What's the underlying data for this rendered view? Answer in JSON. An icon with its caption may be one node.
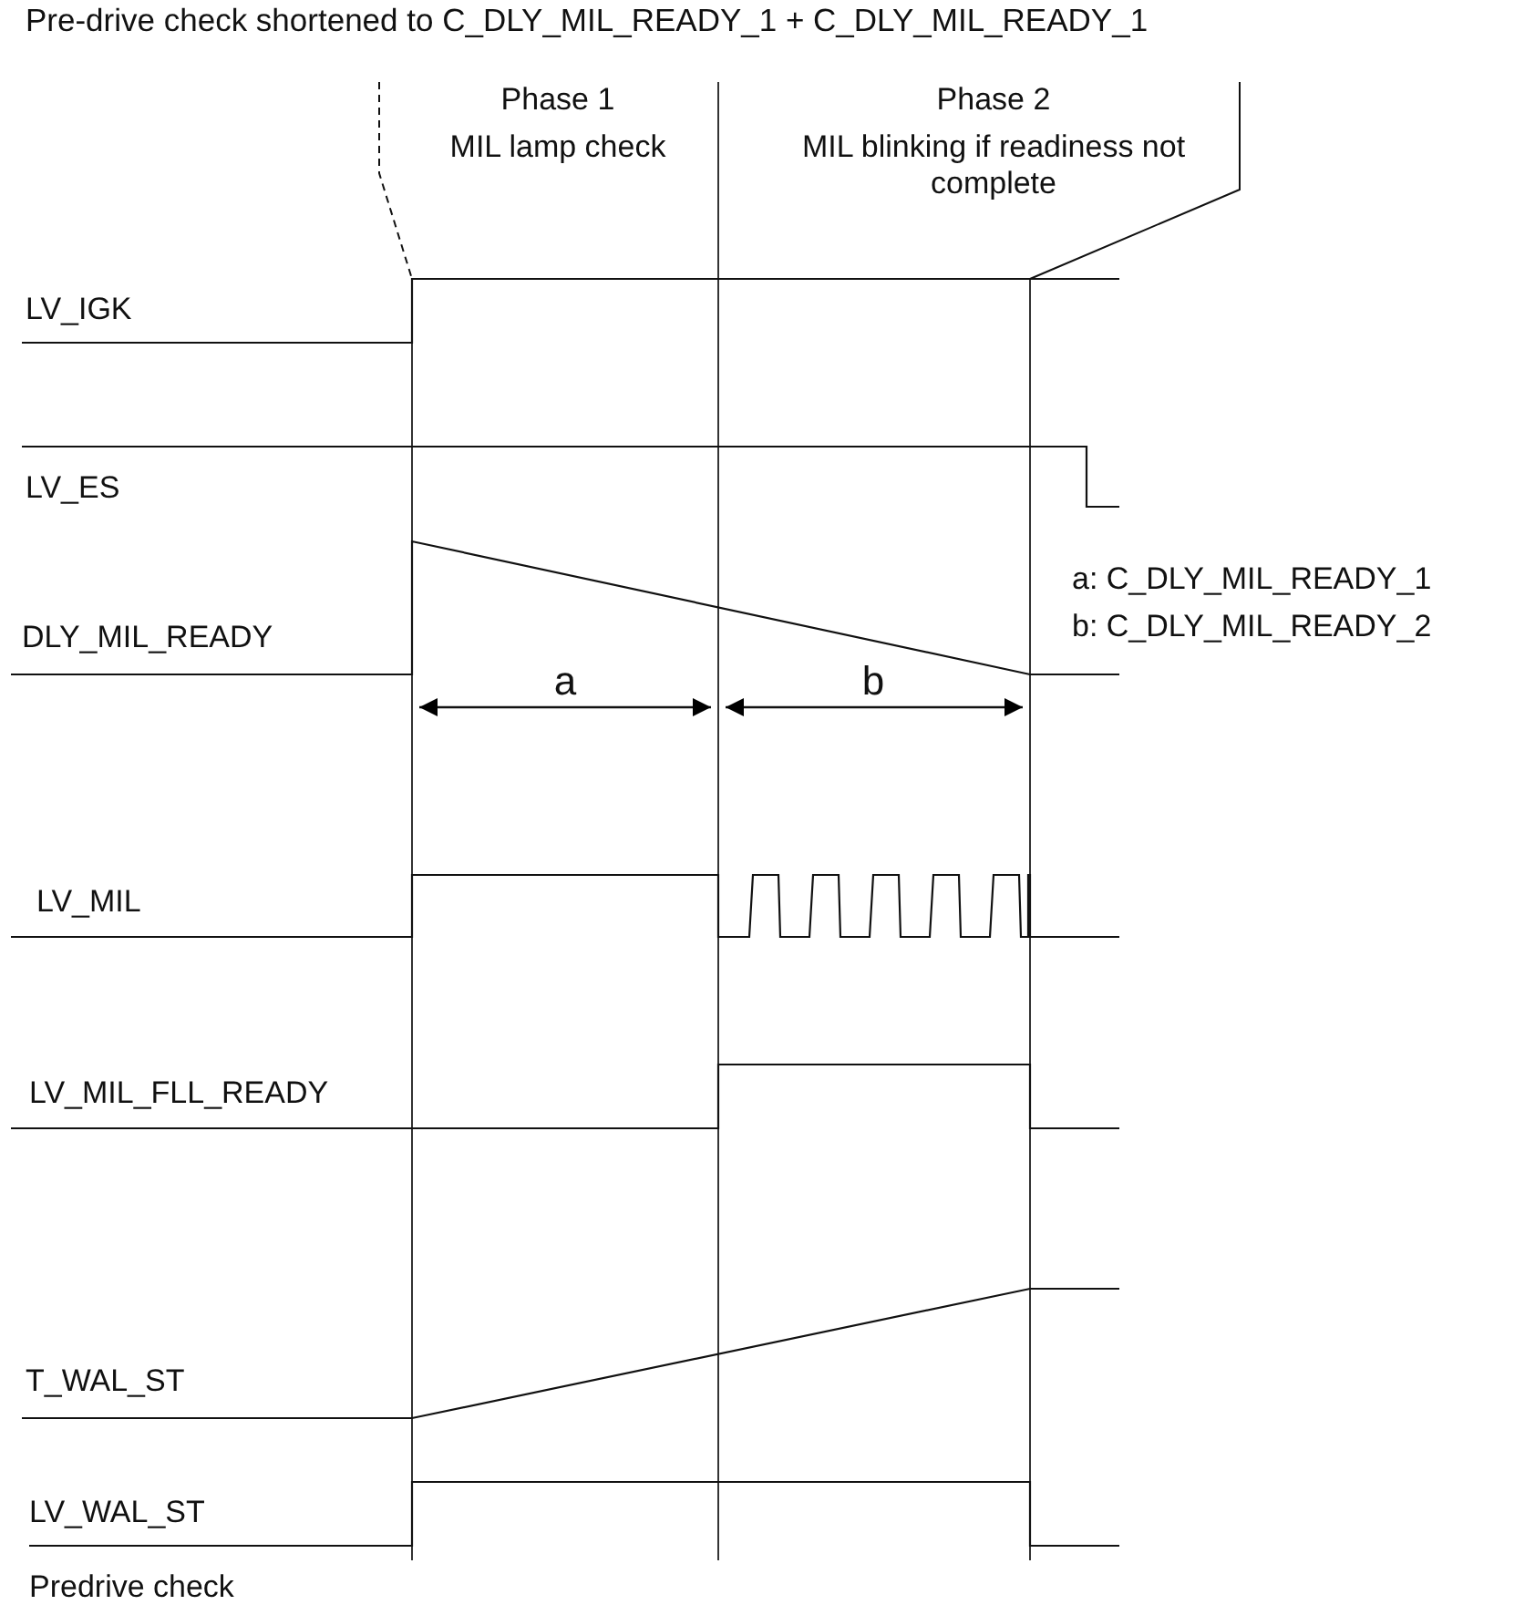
{
  "diagram": {
    "nodes": [
      {
        "text": [
          "Pre-drive check shortened to C_DLY_MIL_READY_1 + C_DLY_MIL_READY_1"
        ]
      },
      {
        "text": [],
        "shape": "bar"
      },
      {
        "text": [],
        "shape": "bar"
      }
    ],
    "edges": [
      {
        "from": 0,
        "to": 1,
        "arrow": "none",
        "style": "dashed"
      },
      {
        "from": 0,
        "to": 2,
        "arrow": "none"
      }
    ],
    "labels": [
      "Phase 1",
      "MIL lamp check",
      "Phase 2",
      "MIL blinking if readiness not complete",
      "LV_IGK",
      "LV_ES",
      "a: C_DLY_MIL_READY_1",
      "b: C_DLY_MIL_READY_2",
      "DLY_MIL_READY",
      "a",
      "b",
      "LV_MIL",
      "LV_MIL_FLL_READY",
      "T_WAL_ST",
      "LV_WAL_ST",
      "Predrive check"
    ]
  }
}
